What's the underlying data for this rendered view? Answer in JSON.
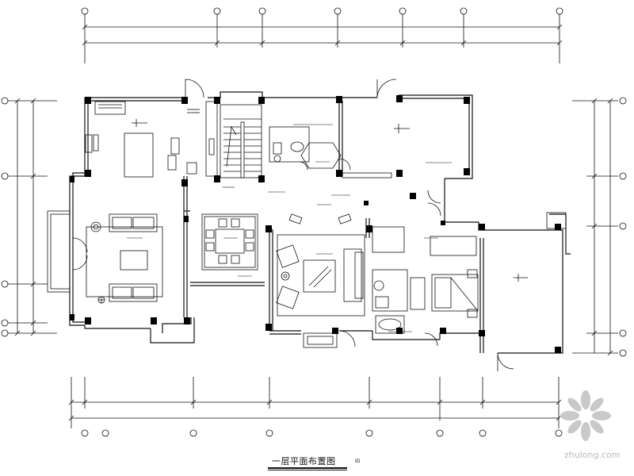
{
  "drawing": {
    "title": "一层平面布置图",
    "scale_note": "ID"
  },
  "watermark": {
    "text": "zhulong.com",
    "color": "#b9b9b9"
  },
  "colors": {
    "line": "#111111",
    "wall": "#000000",
    "background": "#ffffff"
  }
}
